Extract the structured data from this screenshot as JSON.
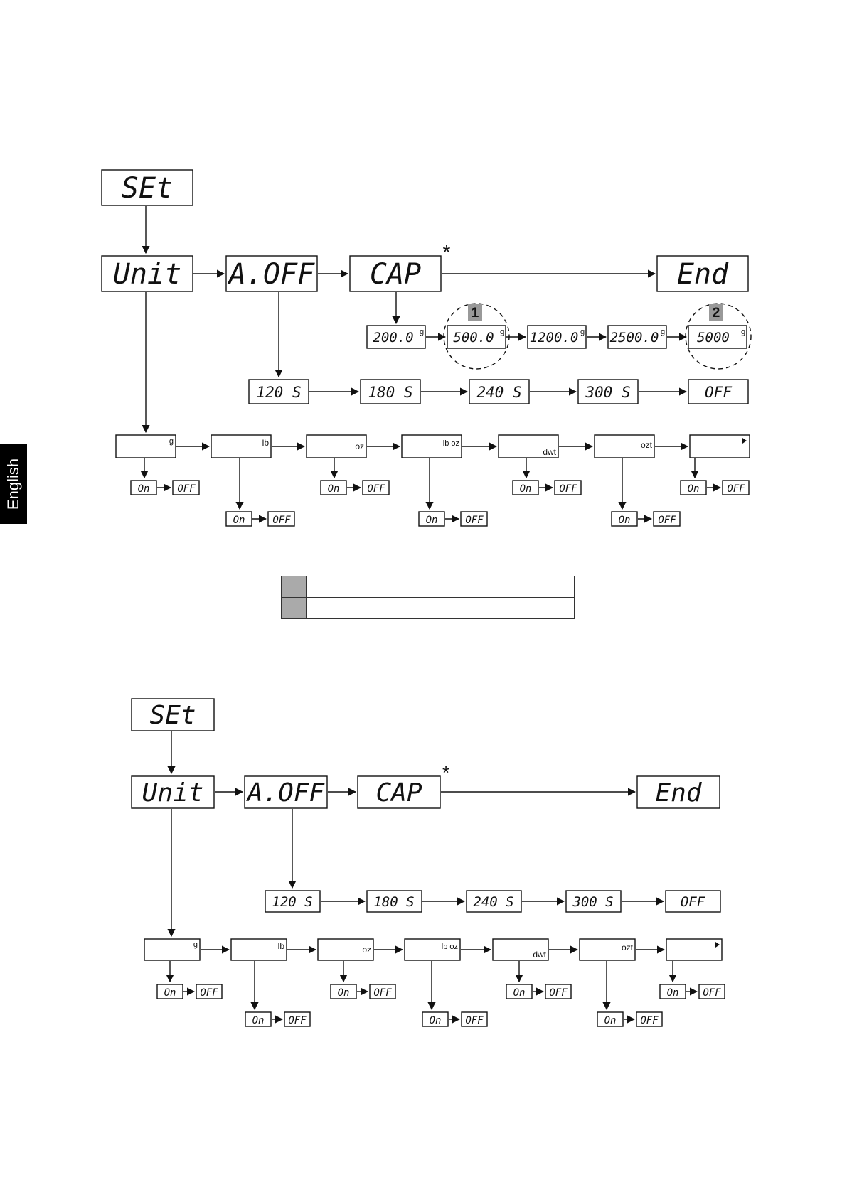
{
  "sidebar": {
    "language_tab": "English"
  },
  "diagram_top": {
    "set": "SEt",
    "menu": [
      "Unit",
      "A.OFF",
      "CAP",
      "End"
    ],
    "cap_marker": "*",
    "cap_options": [
      "200.0",
      "500.0",
      "1200.0",
      "2500.0",
      "5000"
    ],
    "cap_unit": "g",
    "cap_badges": [
      "1",
      "2"
    ],
    "aoff_options": [
      "120 S",
      "180 S",
      "240 S",
      "300 S",
      "OFF"
    ],
    "units": [
      "g",
      "lb",
      "oz",
      "lb oz",
      "dwt",
      "ozt",
      ""
    ],
    "on_label": "On",
    "off_label": "OFF"
  },
  "legend": {
    "rows": [
      "",
      ""
    ]
  },
  "diagram_bottom": {
    "set": "SEt",
    "menu": [
      "Unit",
      "A.OFF",
      "CAP",
      "End"
    ],
    "cap_marker": "*",
    "aoff_options": [
      "120 S",
      "180 S",
      "240 S",
      "300 S",
      "OFF"
    ],
    "units": [
      "g",
      "lb",
      "oz",
      "lb oz",
      "dwt",
      "ozt",
      ""
    ],
    "on_label": "On",
    "off_label": "OFF"
  }
}
